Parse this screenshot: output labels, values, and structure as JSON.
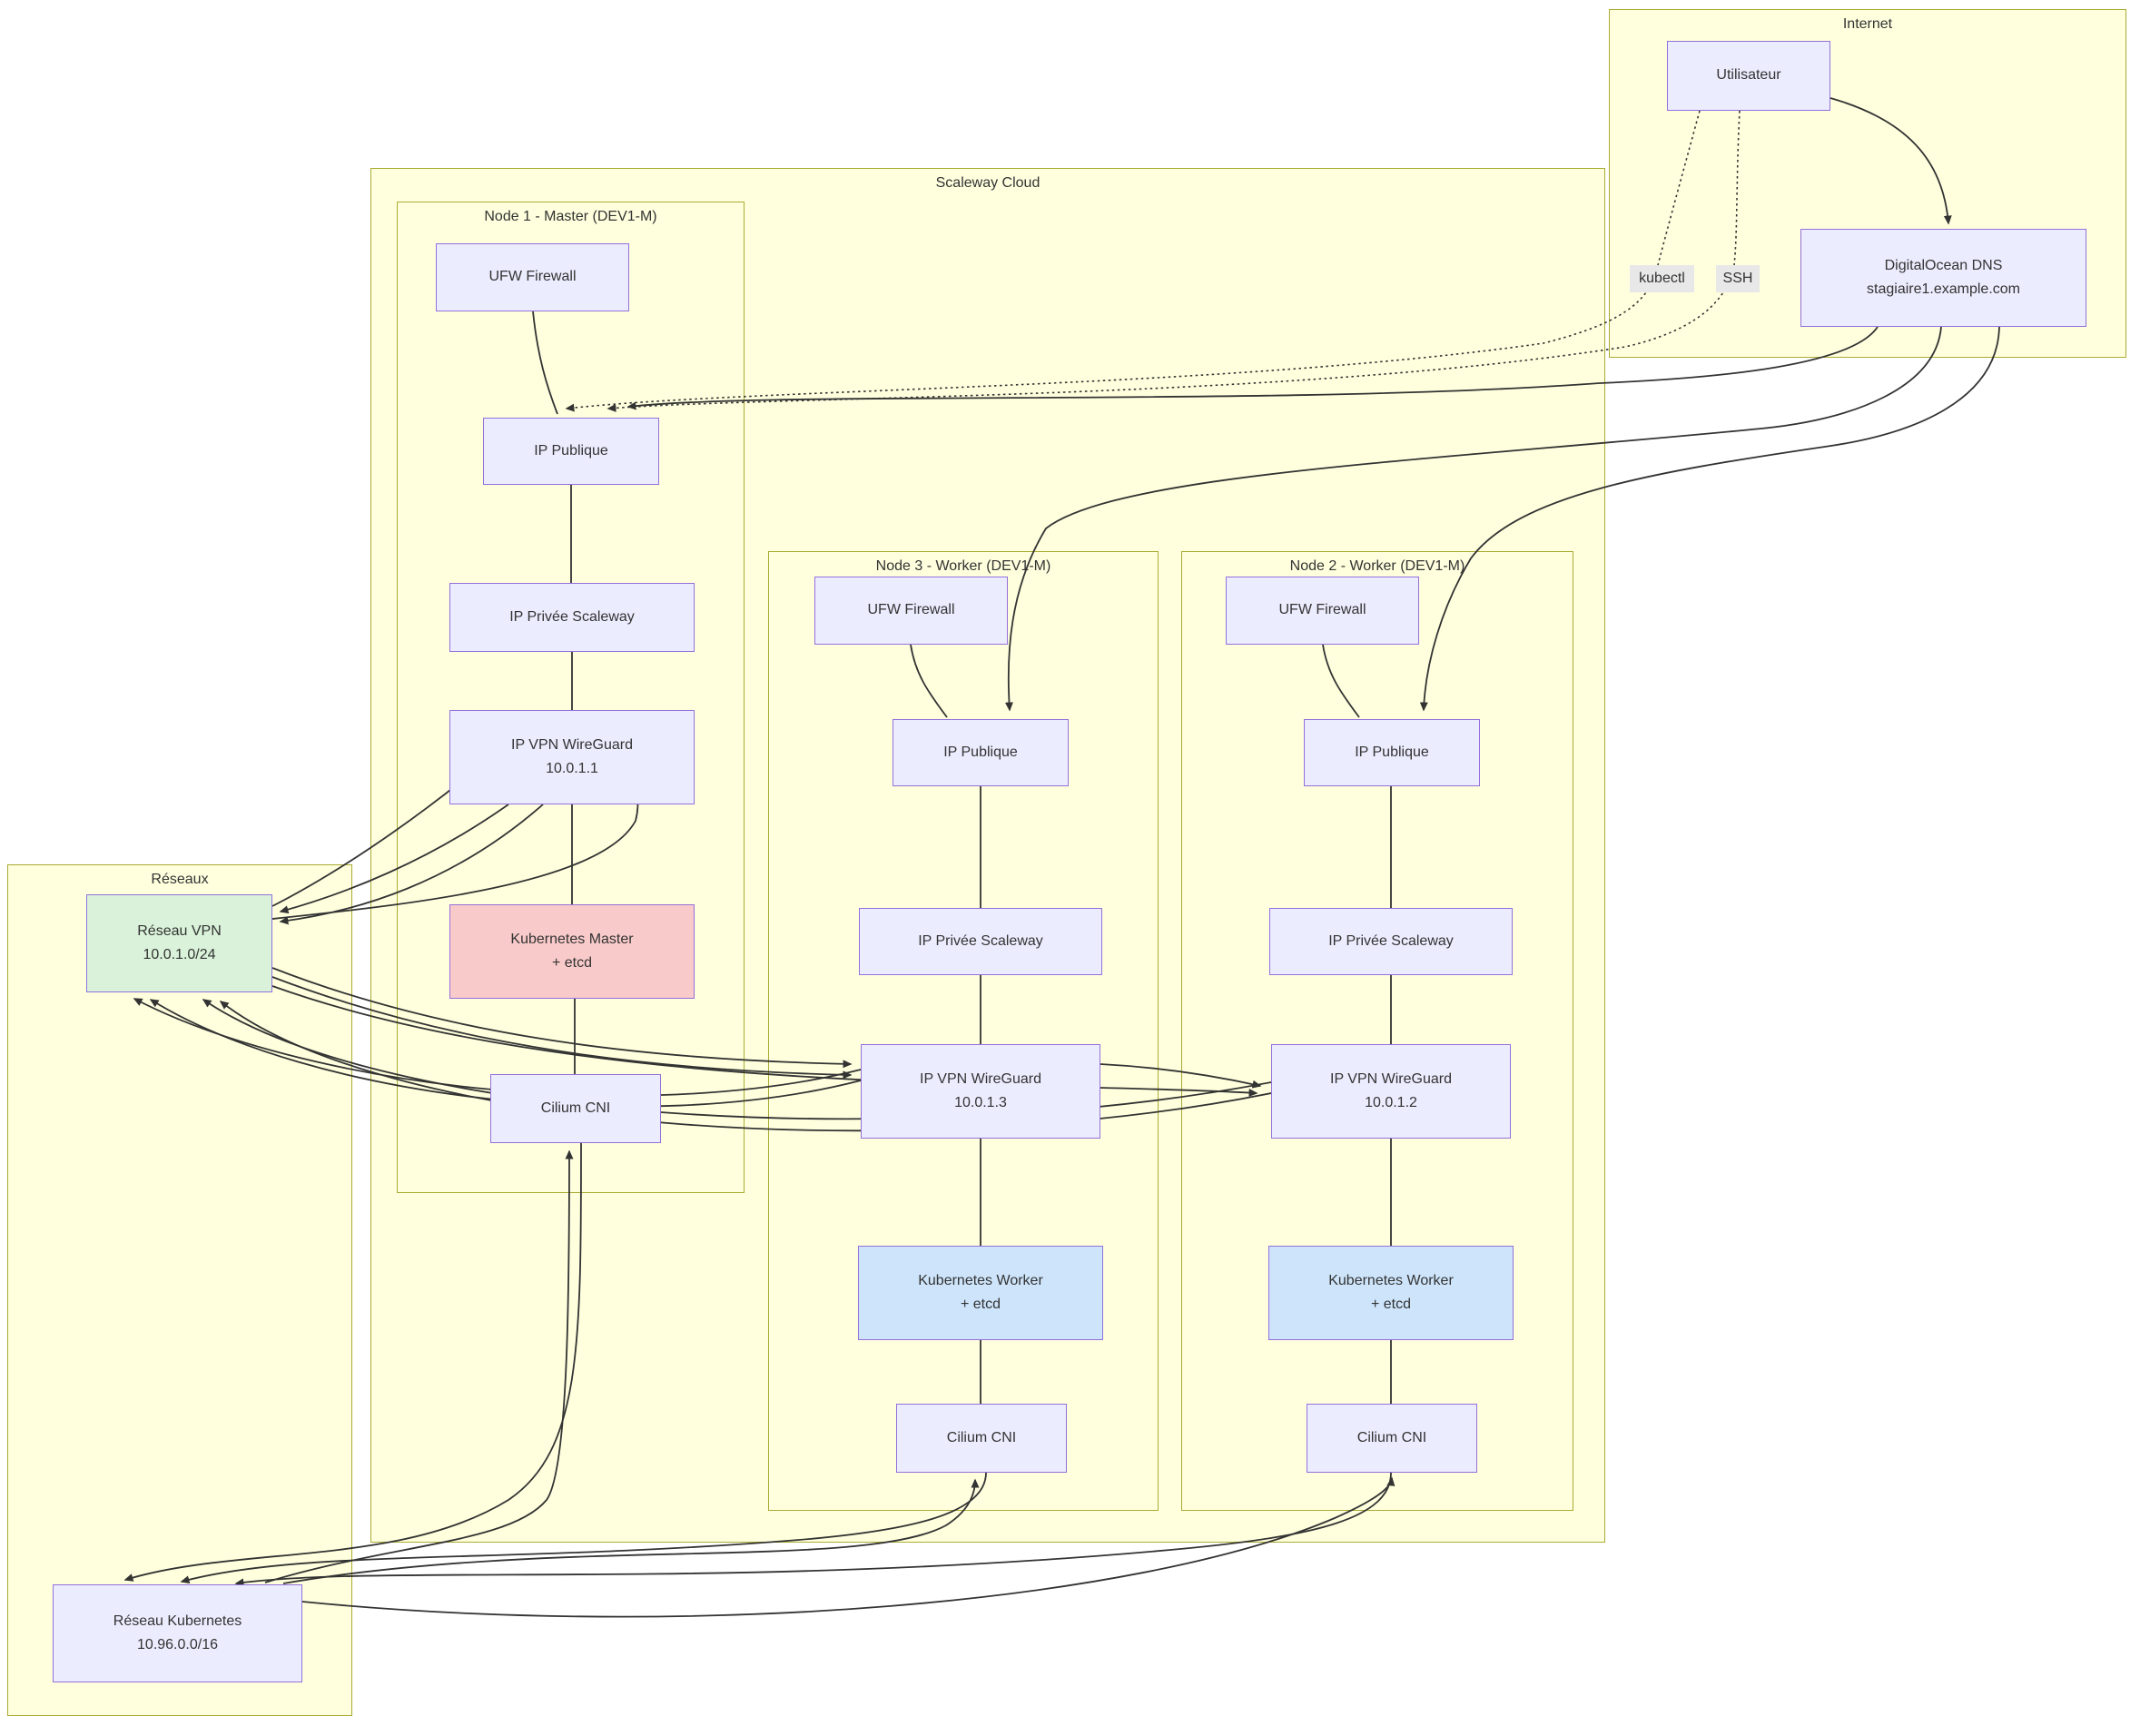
{
  "diagram_type": "network-architecture-flowchart",
  "containers": {
    "internet": {
      "label": "Internet"
    },
    "scaleway": {
      "label": "Scaleway Cloud"
    },
    "node1": {
      "label": "Node 1 - Master (DEV1-M)"
    },
    "node3": {
      "label": "Node 3 - Worker (DEV1-M)"
    },
    "node2": {
      "label": "Node 2 - Worker (DEV1-M)"
    },
    "reseaux": {
      "label": "Réseaux"
    }
  },
  "nodes": {
    "utilisateur": {
      "label": "Utilisateur"
    },
    "dns": {
      "label": "DigitalOcean DNS",
      "sublabel": "stagiaire1.example.com"
    },
    "ufw_m": {
      "label": "UFW Firewall"
    },
    "ippub_m": {
      "label": "IP Publique"
    },
    "ippriv_m": {
      "label": "IP Privée Scaleway"
    },
    "wg_m": {
      "label": "IP VPN WireGuard",
      "sublabel": "10.0.1.1"
    },
    "k8s_m": {
      "label": "Kubernetes Master",
      "sublabel": "+ etcd"
    },
    "cilium_m": {
      "label": "Cilium CNI"
    },
    "ufw_w3": {
      "label": "UFW Firewall"
    },
    "ippub_w3": {
      "label": "IP Publique"
    },
    "ippriv_w3": {
      "label": "IP Privée Scaleway"
    },
    "wg_w3": {
      "label": "IP VPN WireGuard",
      "sublabel": "10.0.1.3"
    },
    "k8s_w3": {
      "label": "Kubernetes Worker",
      "sublabel": "+ etcd"
    },
    "cilium_w3": {
      "label": "Cilium CNI"
    },
    "ufw_w2": {
      "label": "UFW Firewall"
    },
    "ippub_w2": {
      "label": "IP Publique"
    },
    "ippriv_w2": {
      "label": "IP Privée Scaleway"
    },
    "wg_w2": {
      "label": "IP VPN WireGuard",
      "sublabel": "10.0.1.2"
    },
    "k8s_w2": {
      "label": "Kubernetes Worker",
      "sublabel": "+ etcd"
    },
    "cilium_w2": {
      "label": "Cilium CNI"
    },
    "rvpn": {
      "label": "Réseau VPN",
      "sublabel": "10.0.1.0/24"
    },
    "rk8s": {
      "label": "Réseau Kubernetes",
      "sublabel": "10.96.0.0/16"
    }
  },
  "edge_labels": {
    "kubectl": "kubectl",
    "ssh": "SSH"
  },
  "edges": [
    {
      "from": "utilisateur",
      "to": "dns",
      "style": "solid-arrow"
    },
    {
      "from": "utilisateur",
      "to": "ippub_m",
      "style": "dotted-arrow",
      "label": "kubectl"
    },
    {
      "from": "utilisateur",
      "to": "ippub_m",
      "style": "dotted-arrow",
      "label": "SSH"
    },
    {
      "from": "dns",
      "to": "ippub_m",
      "style": "solid-arrow"
    },
    {
      "from": "dns",
      "to": "ippub_w3",
      "style": "solid-arrow"
    },
    {
      "from": "dns",
      "to": "ippub_w2",
      "style": "solid-arrow"
    },
    {
      "from": "ufw_m",
      "to": "ippub_m",
      "style": "line"
    },
    {
      "from": "ippub_m",
      "to": "ippriv_m",
      "style": "line"
    },
    {
      "from": "ippriv_m",
      "to": "wg_m",
      "style": "line"
    },
    {
      "from": "wg_m",
      "to": "k8s_m",
      "style": "line"
    },
    {
      "from": "k8s_m",
      "to": "cilium_m",
      "style": "line"
    },
    {
      "from": "ufw_w3",
      "to": "ippub_w3",
      "style": "line"
    },
    {
      "from": "ippub_w3",
      "to": "ippriv_w3",
      "style": "line"
    },
    {
      "from": "ippriv_w3",
      "to": "wg_w3",
      "style": "line"
    },
    {
      "from": "wg_w3",
      "to": "k8s_w3",
      "style": "line"
    },
    {
      "from": "k8s_w3",
      "to": "cilium_w3",
      "style": "line"
    },
    {
      "from": "ufw_w2",
      "to": "ippub_w2",
      "style": "line"
    },
    {
      "from": "ippub_w2",
      "to": "ippriv_w2",
      "style": "line"
    },
    {
      "from": "ippriv_w2",
      "to": "wg_w2",
      "style": "line"
    },
    {
      "from": "wg_w2",
      "to": "k8s_w2",
      "style": "line"
    },
    {
      "from": "k8s_w2",
      "to": "cilium_w2",
      "style": "line"
    },
    {
      "from": "wg_w3",
      "to": "wg_w2",
      "style": "solid-arrow"
    },
    {
      "from": "wg_m",
      "to": "rvpn",
      "style": "solid-arrow"
    },
    {
      "from": "wg_m",
      "to": "rvpn",
      "style": "solid-arrow"
    },
    {
      "from": "rvpn",
      "to": "wg_m",
      "style": "solid-arrow"
    },
    {
      "from": "rvpn",
      "to": "wg_m",
      "style": "solid-arrow"
    },
    {
      "from": "wg_w3",
      "to": "rvpn",
      "style": "solid-arrow"
    },
    {
      "from": "wg_w3",
      "to": "rvpn",
      "style": "solid-arrow"
    },
    {
      "from": "wg_w2",
      "to": "rvpn",
      "style": "solid-arrow"
    },
    {
      "from": "wg_w2",
      "to": "rvpn",
      "style": "solid-arrow"
    },
    {
      "from": "rvpn",
      "to": "wg_w3",
      "style": "solid-arrow"
    },
    {
      "from": "rvpn",
      "to": "wg_w2",
      "style": "solid-arrow"
    },
    {
      "from": "cilium_m",
      "to": "rk8s",
      "style": "solid-arrow"
    },
    {
      "from": "cilium_w3",
      "to": "rk8s",
      "style": "solid-arrow"
    },
    {
      "from": "cilium_w2",
      "to": "rk8s",
      "style": "solid-arrow"
    },
    {
      "from": "rk8s",
      "to": "cilium_m",
      "style": "solid-arrow"
    },
    {
      "from": "rk8s",
      "to": "cilium_w3",
      "style": "solid-arrow"
    },
    {
      "from": "rk8s",
      "to": "cilium_w2",
      "style": "solid-arrow"
    }
  ],
  "colors": {
    "cluster_fill": "#ffffde",
    "cluster_border": "#aaaa33",
    "node_fill": "#ECECFF",
    "node_border": "#9370DB",
    "vpn_network_fill": "#d9f2d9",
    "master_fill": "#f9caca",
    "worker_fill": "#cde4fa",
    "edge_stroke": "#333333",
    "edge_label_bg": "#e8e8e8",
    "text": "#333333"
  }
}
